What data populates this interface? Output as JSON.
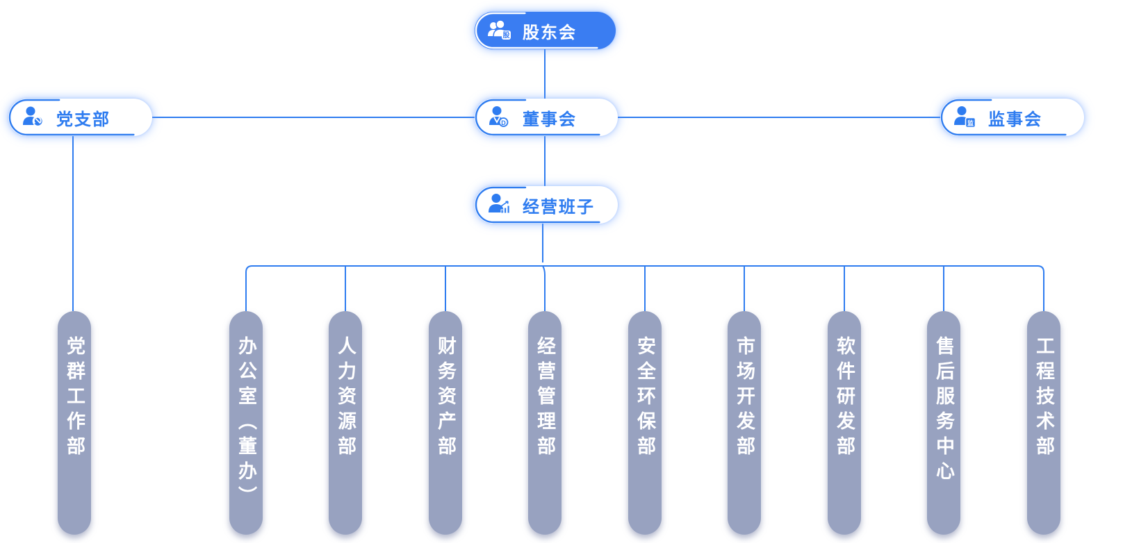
{
  "colors": {
    "accent_blue": "#3a7df2",
    "line_blue": "#2e7cf0",
    "pill_gray": "#98a2c0",
    "glow": "rgba(96,152,255,0.6)"
  },
  "nodes": {
    "shareholders": {
      "label": "股东会",
      "badge": "股"
    },
    "party": {
      "label": "党支部"
    },
    "board": {
      "label": "董事会",
      "badge": "D"
    },
    "supervisors": {
      "label": "监事会",
      "badge": "监"
    },
    "management": {
      "label": "经营班子"
    }
  },
  "departments": [
    {
      "label": "党群工作部"
    },
    {
      "label": "办公室（董办）"
    },
    {
      "label": "人力资源部"
    },
    {
      "label": "财务资产部"
    },
    {
      "label": "经营管理部"
    },
    {
      "label": "安全环保部"
    },
    {
      "label": "市场开发部"
    },
    {
      "label": "软件研发部"
    },
    {
      "label": "售后服务中心"
    },
    {
      "label": "工程技术部"
    }
  ]
}
